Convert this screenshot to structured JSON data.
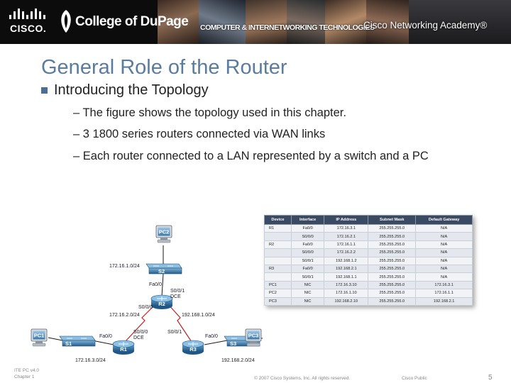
{
  "header": {
    "cisco_wordmark": "CISCO.",
    "college_logo": "College of DuPage",
    "program_title": "COMPUTER & INTERNETWORKING TECHNOLOGIES",
    "academy": "Cisco Networking Academy®"
  },
  "slide": {
    "title": "General Role of the Router",
    "bullet": "Introducing the Topology",
    "subpoints": [
      "– The figure shows the topology used in this chapter.",
      "– 3 1800 series routers connected via WAN links",
      "– Each router connected to a LAN represented by a switch and a PC"
    ]
  },
  "topology": {
    "devices": {
      "pc2": "PC2",
      "s2": "S2",
      "r2": "R2",
      "pc1": "PC1",
      "s1": "S1",
      "r1": "R1",
      "r3": "R3",
      "s3": "S3",
      "pc3": "PC3"
    },
    "labels": {
      "net_r2_lan": "172.16.1.0/24",
      "r2_fa0": "Fa0/0",
      "r2_s0": "S0/0/1",
      "r2_dce": "DCE",
      "r2_s1": "S0/0/0",
      "net_r1_r2": "172.16.2.0/24",
      "net_r2_r3": "192.168.1.0/24",
      "r1_fa0": "Fa0/0",
      "r1_s0": "S0/0/0",
      "r1_dce": "DCE",
      "r3_s0": "S0/0/1",
      "r3_fa0": "Fa0/0",
      "net_r1_lan": "172.16.3.0/24",
      "net_r3_lan": "192.168.2.0/24"
    },
    "colors": {
      "router": "#2f6e9e",
      "switch": "#2f6e9e",
      "link": "#1a1a1a",
      "wan": "#c02020"
    }
  },
  "address_table": {
    "headers": [
      "Device",
      "Interface",
      "IP Address",
      "Subnet Mask",
      "Default Gateway"
    ],
    "rows": [
      [
        "R1",
        "Fa0/0",
        "172.16.3.1",
        "255.255.255.0",
        "N/A"
      ],
      [
        "",
        "S0/0/0",
        "172.16.2.1",
        "255.255.255.0",
        "N/A"
      ],
      [
        "R2",
        "Fa0/0",
        "172.16.1.1",
        "255.255.255.0",
        "N/A"
      ],
      [
        "",
        "S0/0/0",
        "172.16.2.2",
        "255.255.255.0",
        "N/A"
      ],
      [
        "",
        "S0/0/1",
        "192.168.1.2",
        "255.255.255.0",
        "N/A"
      ],
      [
        "R3",
        "Fa0/0",
        "192.168.2.1",
        "255.255.255.0",
        "N/A"
      ],
      [
        "",
        "S0/0/1",
        "192.168.1.1",
        "255.255.255.0",
        "N/A"
      ],
      [
        "PC1",
        "NIC",
        "172.16.3.10",
        "255.255.255.0",
        "172.16.3.1"
      ],
      [
        "PC2",
        "NIC",
        "172.16.1.10",
        "255.255.255.0",
        "172.16.1.1"
      ],
      [
        "PC3",
        "NIC",
        "192.168.2.10",
        "255.255.255.0",
        "192.168.2.1"
      ]
    ]
  },
  "footer": {
    "course": "ITE PC v4.0",
    "chapter": "Chapter 1",
    "copyright": "© 2007 Cisco Systems, Inc. All rights reserved.",
    "classification": "Cisco Public",
    "page": "5"
  }
}
